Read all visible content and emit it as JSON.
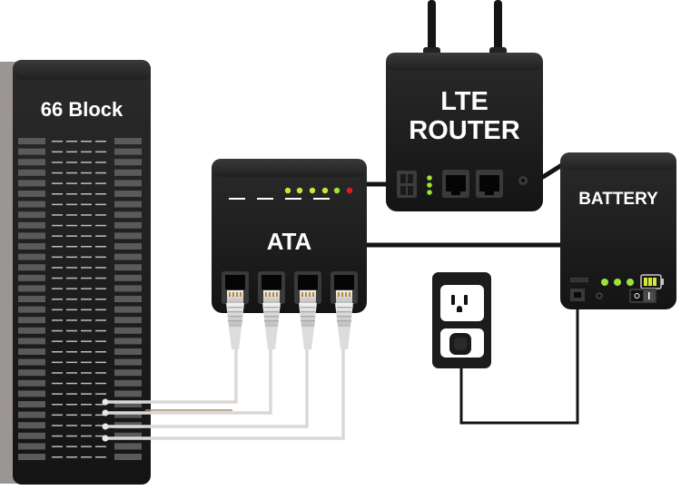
{
  "diagram": {
    "devices": {
      "punch_block": {
        "label": "66 Block"
      },
      "router": {
        "label_line1": "LTE",
        "label_line2": "ROUTER"
      },
      "ata": {
        "label": "ATA",
        "ports": 4
      },
      "battery": {
        "label": "BATTERY"
      },
      "outlet": {}
    },
    "colors": {
      "device_body": "#1c1c1c",
      "ok_led": "#9be23a",
      "alarm_led": "#e02020",
      "cable_black": "#141414",
      "cable_white": "#d8d8d8",
      "cable_tan": "#a98b6e"
    }
  }
}
